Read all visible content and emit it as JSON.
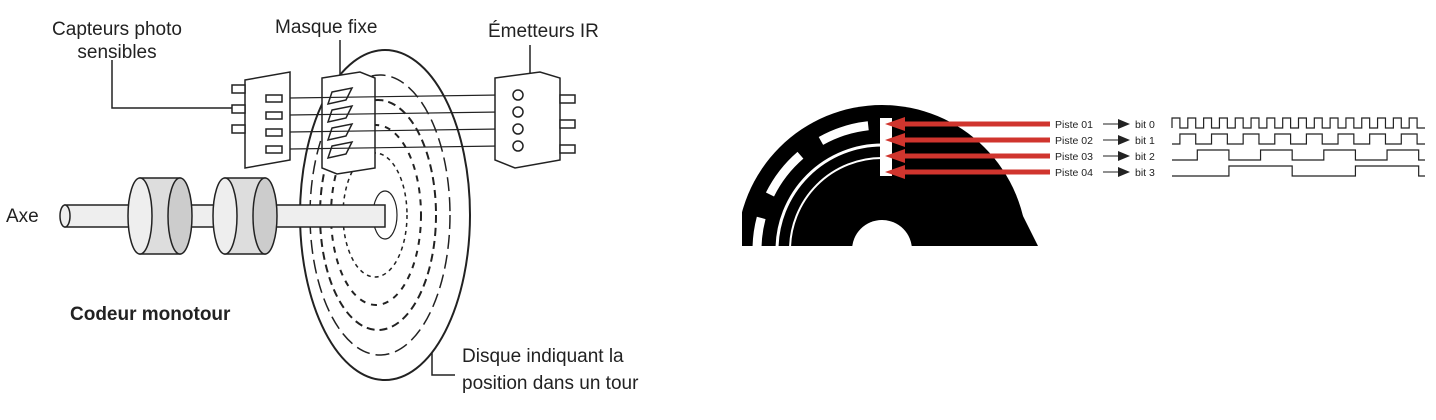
{
  "left_diagram": {
    "labels": {
      "sensors": "Capteurs photo sensibles",
      "mask": "Masque fixe",
      "emitters": "Émetteurs IR",
      "axis": "Axe",
      "title": "Codeur monotour",
      "disk_line1": "Disque indiquant la",
      "disk_line2": "position dans un tour"
    }
  },
  "right_diagram": {
    "tracks": [
      {
        "track": "Piste 01",
        "bit": "bit 0",
        "periods": 16
      },
      {
        "track": "Piste 02",
        "bit": "bit 1",
        "periods": 8
      },
      {
        "track": "Piste 03",
        "bit": "bit 2",
        "periods": 4
      },
      {
        "track": "Piste 04",
        "bit": "bit 3",
        "periods": 2
      }
    ],
    "arrow_color": "#d0352e"
  }
}
